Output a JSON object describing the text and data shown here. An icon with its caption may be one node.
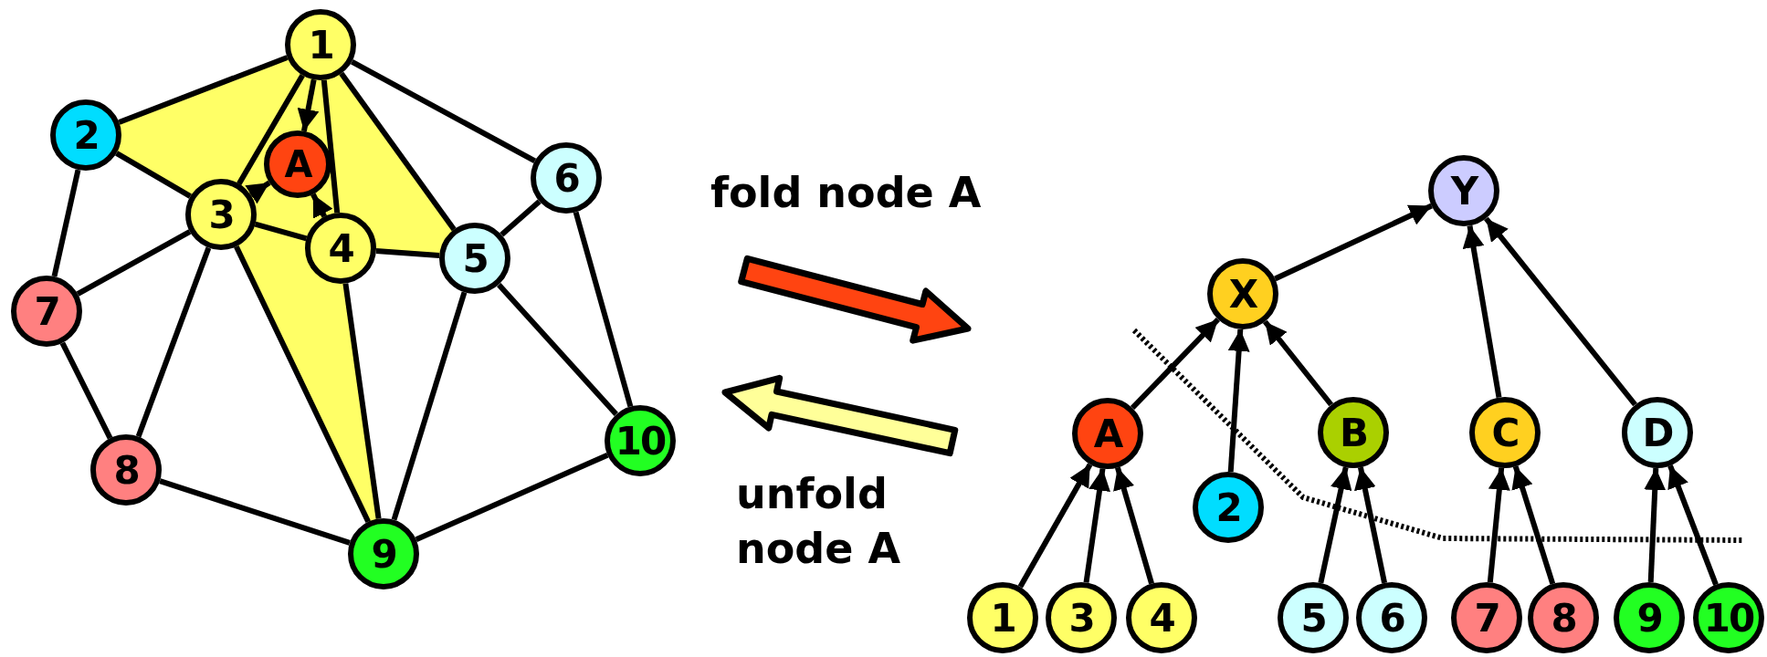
{
  "diagram": {
    "nodes": [
      {
        "text": [
          "1"
        ]
      },
      {
        "text": [
          "2"
        ]
      },
      {
        "text": [
          "A"
        ]
      },
      {
        "text": [
          "3"
        ]
      },
      {
        "text": [
          "4"
        ]
      },
      {
        "text": [
          "5"
        ]
      },
      {
        "text": [
          "6"
        ]
      },
      {
        "text": [
          "7"
        ]
      },
      {
        "text": [
          "8"
        ]
      },
      {
        "text": [
          "9"
        ]
      },
      {
        "text": [
          "10"
        ]
      },
      {
        "text": [
          "Y"
        ]
      },
      {
        "text": [
          "X"
        ]
      },
      {
        "text": [
          "A"
        ]
      },
      {
        "text": [
          "B"
        ]
      },
      {
        "text": [
          "C"
        ]
      },
      {
        "text": [
          "D"
        ]
      },
      {
        "text": [
          "2"
        ]
      },
      {
        "text": [
          "1"
        ]
      },
      {
        "text": [
          "3"
        ]
      },
      {
        "text": [
          "4"
        ]
      },
      {
        "text": [
          "5"
        ]
      },
      {
        "text": [
          "6"
        ]
      },
      {
        "text": [
          "7"
        ]
      },
      {
        "text": [
          "8"
        ]
      },
      {
        "text": [
          "9"
        ]
      },
      {
        "text": [
          "10"
        ]
      }
    ],
    "edges": [
      {
        "from": 0,
        "to": 1,
        "arrow": "none"
      },
      {
        "from": 0,
        "to": 3,
        "arrow": "none"
      },
      {
        "from": 0,
        "to": 4,
        "arrow": "none"
      },
      {
        "from": 0,
        "to": 5,
        "arrow": "none"
      },
      {
        "from": 0,
        "to": 6,
        "arrow": "none"
      },
      {
        "from": 0,
        "to": 2,
        "arrow": "to"
      },
      {
        "from": 3,
        "to": 2,
        "arrow": "to"
      },
      {
        "from": 4,
        "to": 2,
        "arrow": "to"
      },
      {
        "from": 1,
        "to": 3,
        "arrow": "none"
      },
      {
        "from": 1,
        "to": 7,
        "arrow": "none"
      },
      {
        "from": 3,
        "to": 4,
        "arrow": "none"
      },
      {
        "from": 3,
        "to": 7,
        "arrow": "none"
      },
      {
        "from": 3,
        "to": 8,
        "arrow": "none"
      },
      {
        "from": 3,
        "to": 9,
        "arrow": "none"
      },
      {
        "from": 4,
        "to": 5,
        "arrow": "none"
      },
      {
        "from": 4,
        "to": 9,
        "arrow": "none"
      },
      {
        "from": 5,
        "to": 6,
        "arrow": "none"
      },
      {
        "from": 5,
        "to": 9,
        "arrow": "none"
      },
      {
        "from": 5,
        "to": 10,
        "arrow": "none"
      },
      {
        "from": 6,
        "to": 10,
        "arrow": "none"
      },
      {
        "from": 7,
        "to": 8,
        "arrow": "none"
      },
      {
        "from": 8,
        "to": 9,
        "arrow": "none"
      },
      {
        "from": 9,
        "to": 10,
        "arrow": "none"
      },
      {
        "from": 13,
        "to": 12,
        "arrow": "to"
      },
      {
        "from": 17,
        "to": 12,
        "arrow": "to"
      },
      {
        "from": 14,
        "to": 12,
        "arrow": "to"
      },
      {
        "from": 12,
        "to": 11,
        "arrow": "to"
      },
      {
        "from": 15,
        "to": 11,
        "arrow": "to"
      },
      {
        "from": 16,
        "to": 11,
        "arrow": "to"
      },
      {
        "from": 18,
        "to": 13,
        "arrow": "to"
      },
      {
        "from": 19,
        "to": 13,
        "arrow": "to"
      },
      {
        "from": 20,
        "to": 13,
        "arrow": "to"
      },
      {
        "from": 21,
        "to": 14,
        "arrow": "to"
      },
      {
        "from": 22,
        "to": 14,
        "arrow": "to"
      },
      {
        "from": 23,
        "to": 15,
        "arrow": "to"
      },
      {
        "from": 24,
        "to": 15,
        "arrow": "to"
      },
      {
        "from": 25,
        "to": 16,
        "arrow": "to"
      },
      {
        "from": 26,
        "to": 16,
        "arrow": "to"
      }
    ],
    "labels": [
      "fold node A",
      "unfold node A"
    ]
  }
}
